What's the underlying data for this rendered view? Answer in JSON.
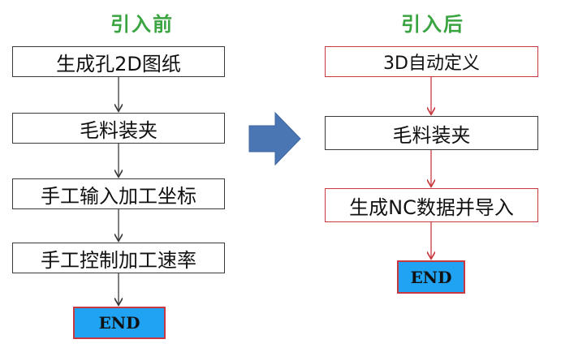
{
  "before": {
    "title": "引入前",
    "steps": [
      "生成孔2D图纸",
      "毛料装夹",
      "手工输入加工坐标",
      "手工控制加工速率"
    ],
    "end": "END"
  },
  "after": {
    "title": "引入后",
    "steps": [
      "3D自动定义",
      "毛料装夹",
      "生成NC数据并导入"
    ],
    "end": "END"
  },
  "colors": {
    "title_green": "#3aa441",
    "end_fill": "#1fa3f2",
    "after_border": "#c9383f",
    "before_border": "#3a3a3a",
    "big_arrow": "#4a76b4"
  }
}
